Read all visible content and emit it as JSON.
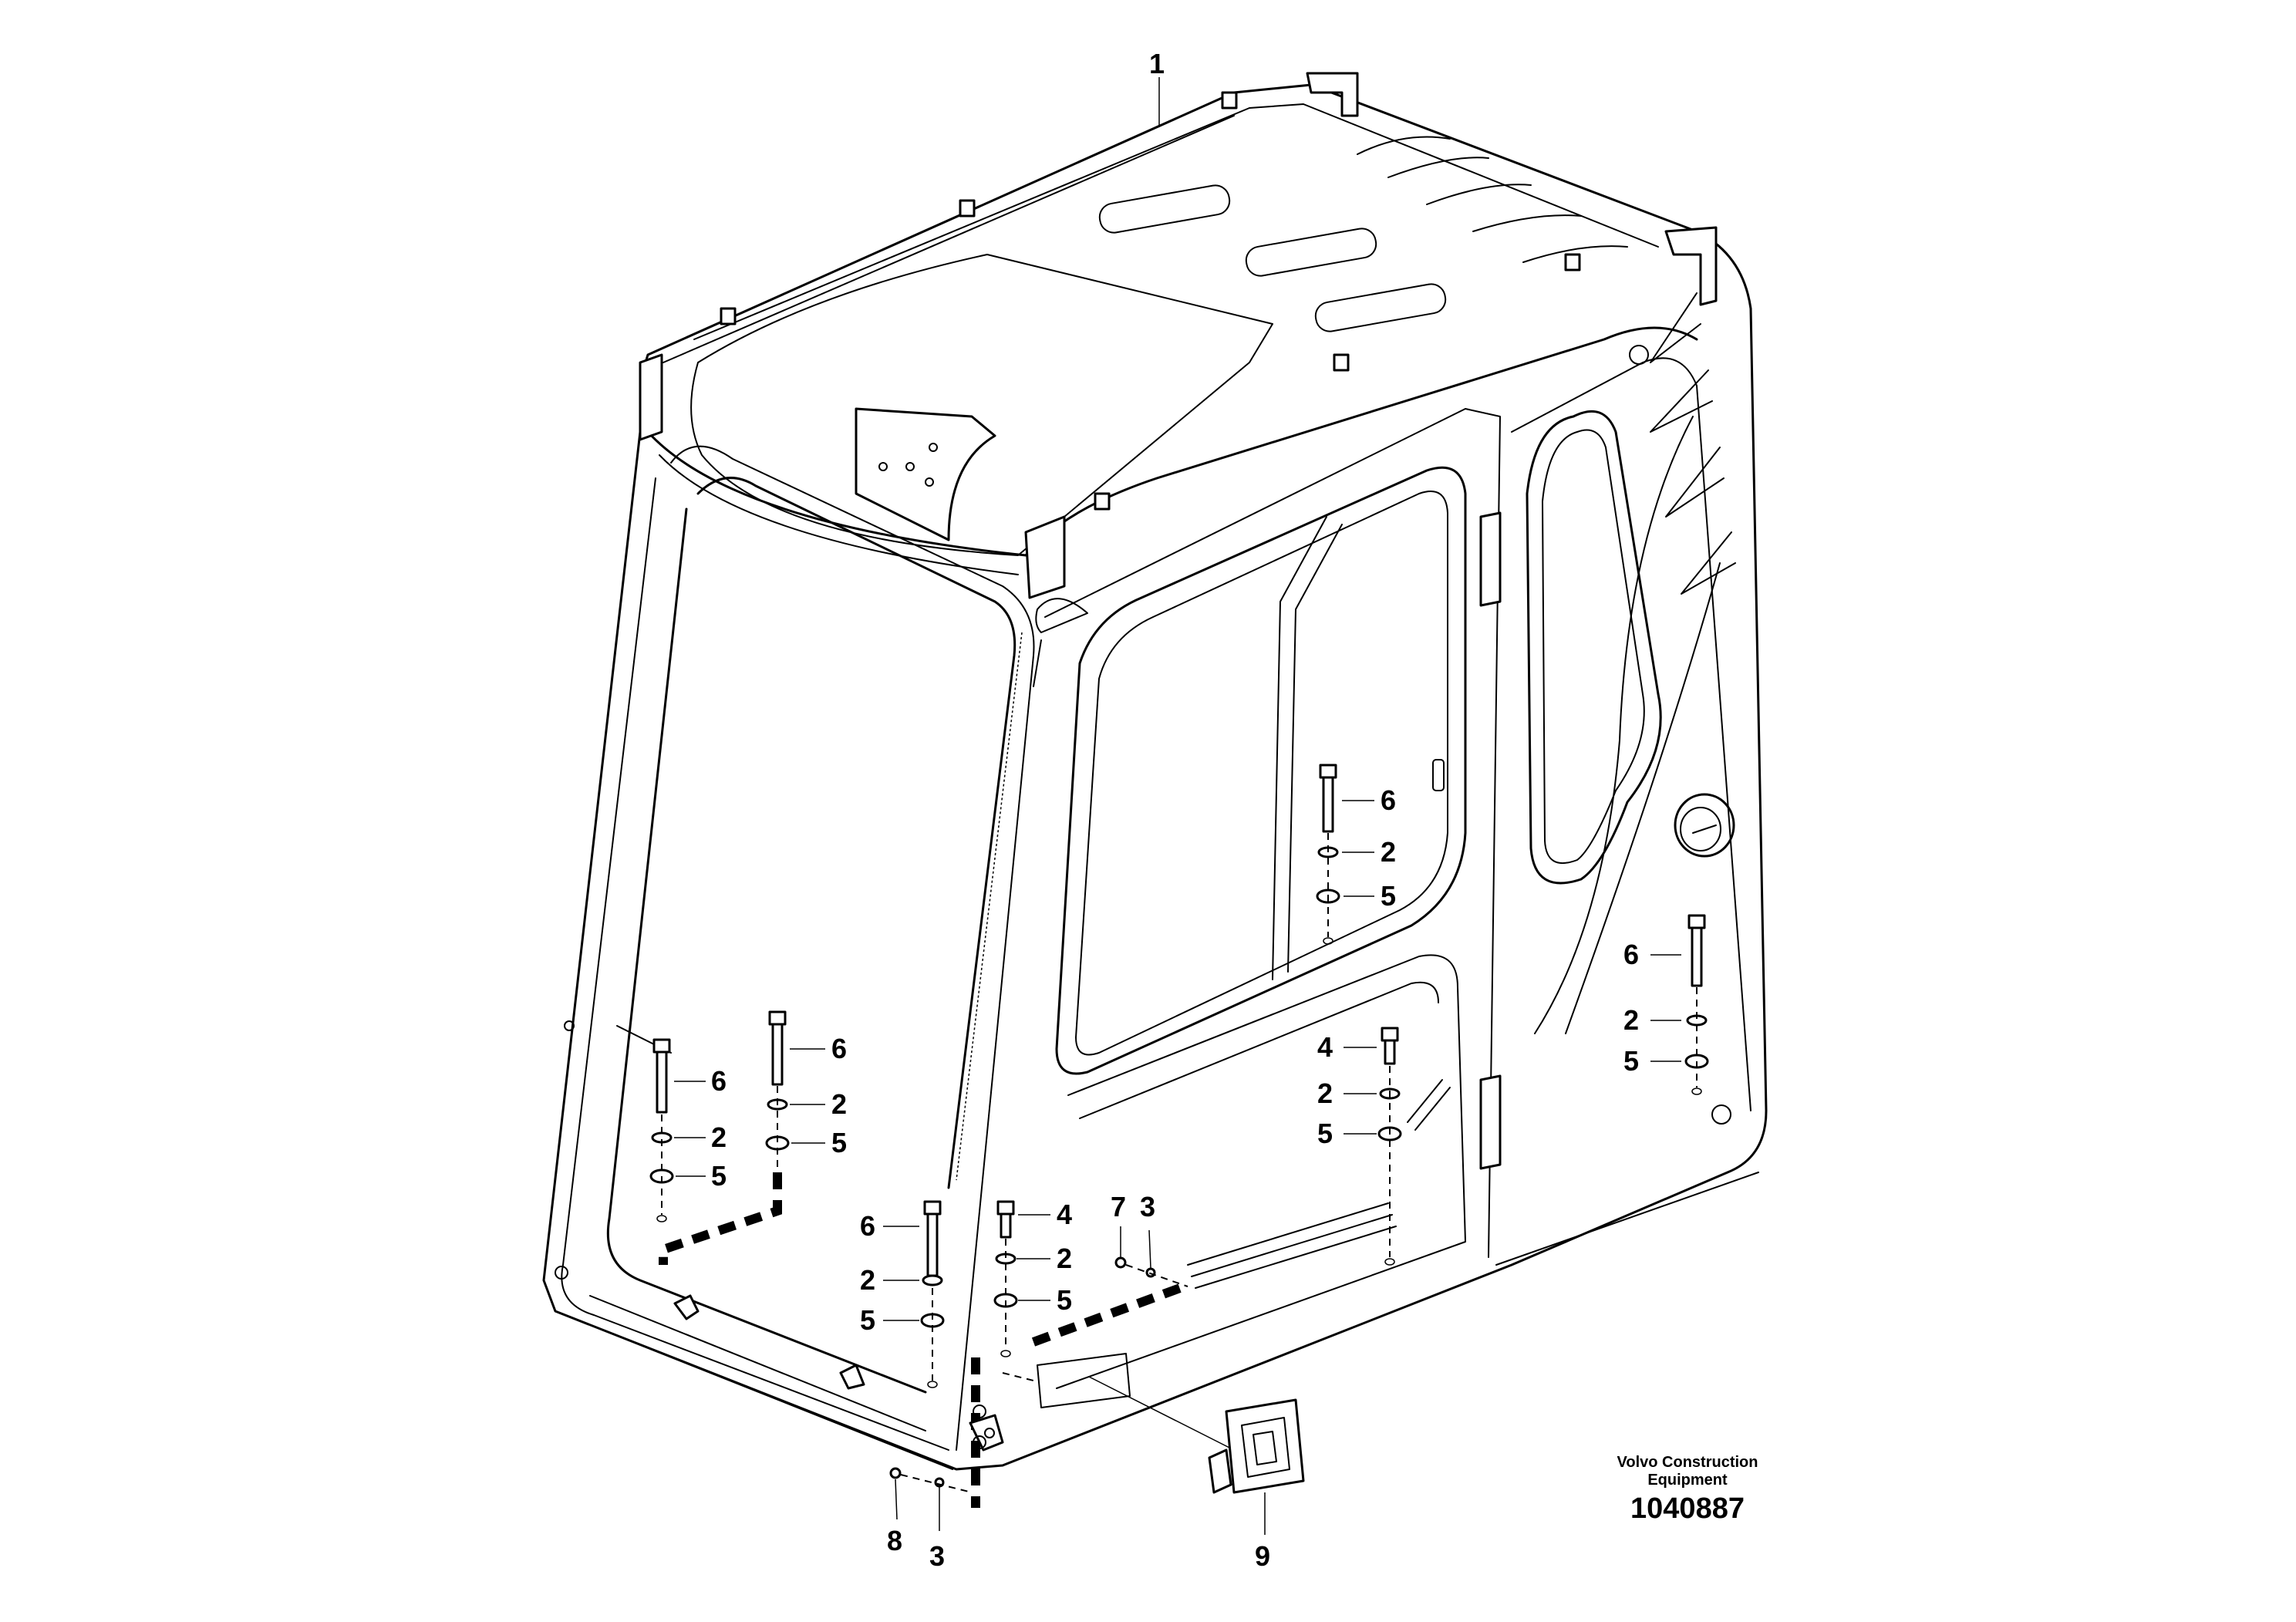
{
  "callouts": {
    "c1": "1",
    "door_bolt": "6",
    "door_washer_a": "2",
    "door_washer_b": "5",
    "rear_bolt": "6",
    "rear_washer_a": "2",
    "rear_washer_b": "5",
    "left_bolt": "6",
    "left_washer_a": "2",
    "left_washer_b": "5",
    "mid_bolt": "6",
    "mid_washer_a": "2",
    "mid_washer_b": "5",
    "front_bolt": "6",
    "front_washer_a": "2",
    "front_washer_b": "5",
    "short_bolt_front": "4",
    "short_washer_a_front": "2",
    "short_washer_b_front": "5",
    "short_bolt_side": "4",
    "short_washer_a_side": "2",
    "short_washer_b_side": "5",
    "screw_7": "7",
    "screw_7_nut": "3",
    "screw_8": "8",
    "screw_8_nut": "3",
    "handle": "9"
  },
  "caption": {
    "line1": "Volvo Construction",
    "line2": "Equipment",
    "number": "1040887"
  }
}
